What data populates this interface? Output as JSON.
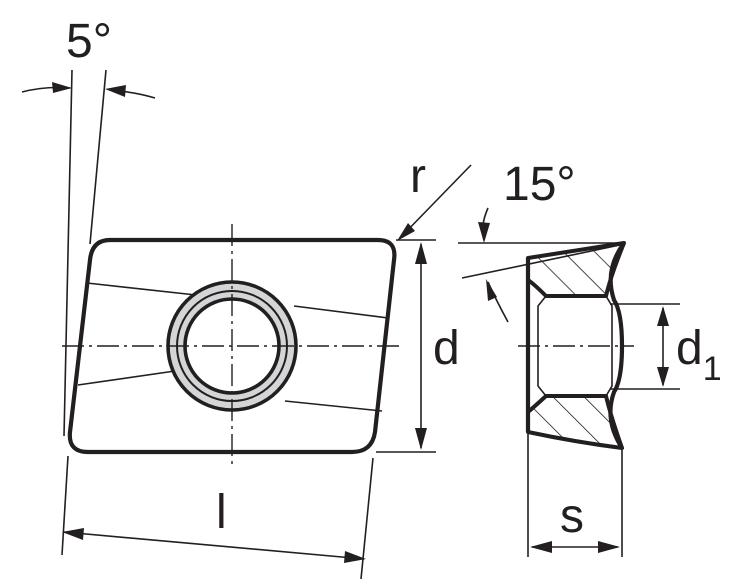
{
  "labels": {
    "angle_clearance": "5°",
    "angle_rake": "15°",
    "corner_radius": "r",
    "inscribed_diameter": "d",
    "hole_diameter": "d",
    "hole_diameter_subscript": "1",
    "length": "l",
    "thickness": "s"
  },
  "colors": {
    "insert_fill": "#d4d5d6",
    "line": "#231f20",
    "hole_fill": "#ffffff"
  }
}
